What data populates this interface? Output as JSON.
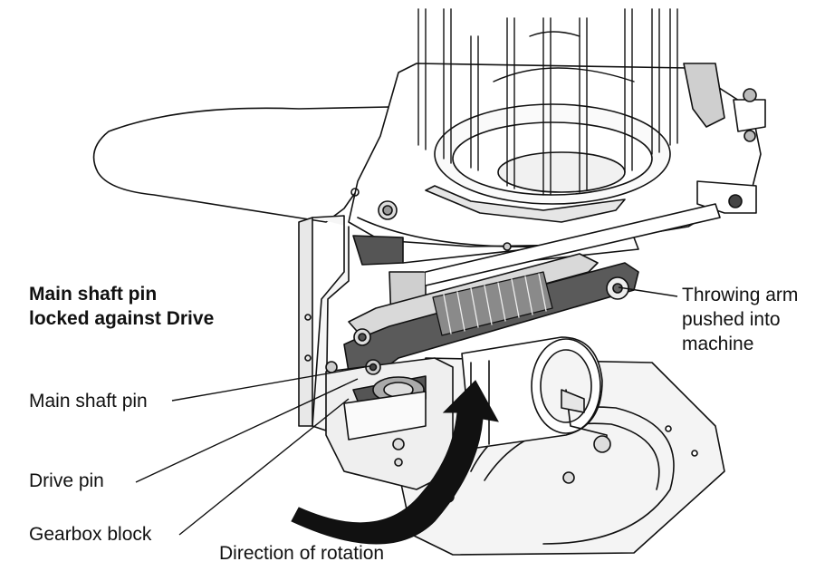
{
  "labels": {
    "main_shaft_pin_locked_line1": "Main shaft pin",
    "main_shaft_pin_locked_line2": "locked against Drive",
    "throwing_arm_line1": "Throwing arm",
    "throwing_arm_line2": "pushed into",
    "throwing_arm_line3": "machine",
    "main_shaft_pin": "Main shaft pin",
    "drive_pin": "Drive pin",
    "gearbox_block": "Gearbox block",
    "direction_of_rotation": "Direction of rotation"
  },
  "colors": {
    "line": "#111111",
    "metal_light": "#f2f2f2",
    "metal_mid": "#bdbdbd",
    "metal_dark": "#3a3a3a",
    "arrow": "#111111"
  }
}
